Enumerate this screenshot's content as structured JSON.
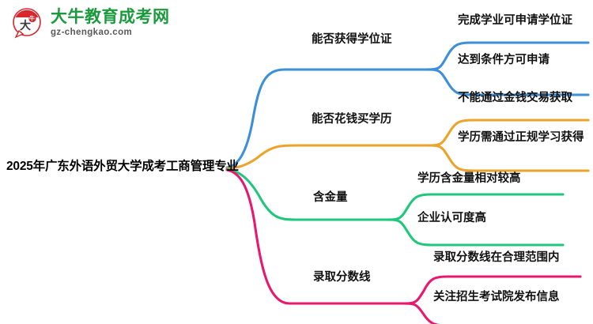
{
  "logo": {
    "badge_text": "大牛",
    "title": "大牛教育成考网",
    "subtitle": "gz-chengkao.com",
    "title_color": "#1a9a3c",
    "badge_color": "#d9262c"
  },
  "mindmap": {
    "root": {
      "label": "2025年广东外语外贸大学成考工商管理专业"
    },
    "branches": [
      {
        "label": "能否获得学位证",
        "color": "#3d8fd8",
        "children": [
          {
            "label": "完成学业可申请学位证"
          },
          {
            "label": "达到条件方可申请"
          }
        ]
      },
      {
        "label": "能否花钱买学历",
        "color": "#eda32a",
        "children": [
          {
            "label": "不能通过金钱交易获取"
          },
          {
            "label": "学历需通过正规学习获得"
          }
        ]
      },
      {
        "label": "含金量",
        "color": "#1fc77c",
        "children": [
          {
            "label": "学历含金量相对较高"
          },
          {
            "label": "企业认可度高"
          }
        ]
      },
      {
        "label": "录取分数线",
        "color": "#e8186e",
        "children": [
          {
            "label": "录取分数线在合理范围内"
          },
          {
            "label": "关注招生考试院发布信息"
          }
        ]
      }
    ]
  }
}
